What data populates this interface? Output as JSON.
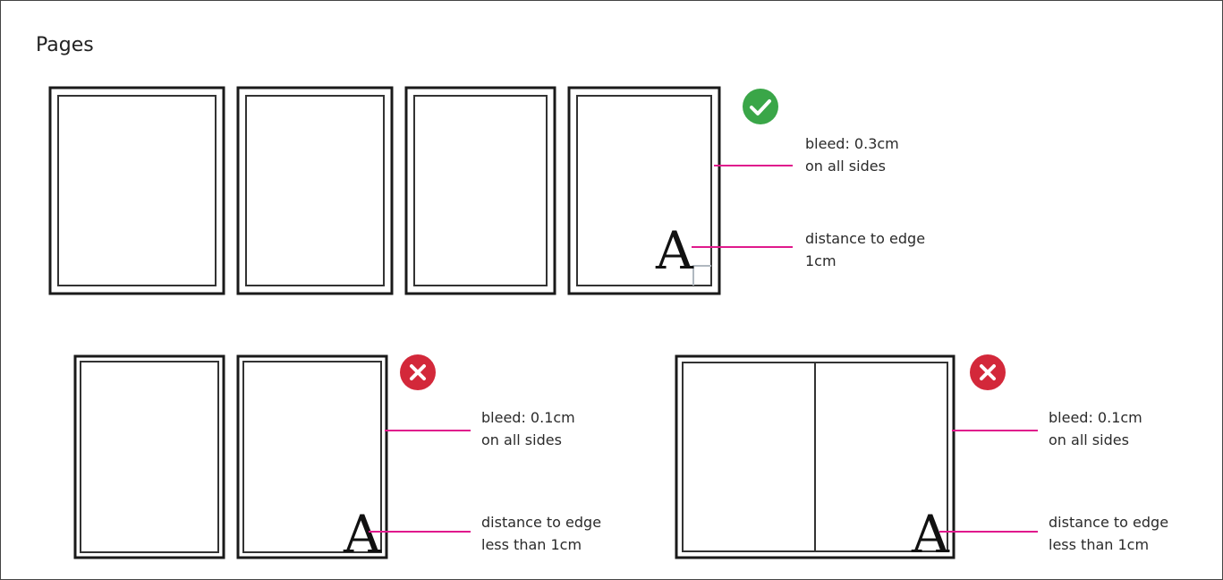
{
  "title": "Pages",
  "colors": {
    "page_outline": "#1a1a1a",
    "leader_line": "#e0198c",
    "ok_badge": "#3aa648",
    "error_badge": "#d3283a",
    "margin_marker": "#b0b8c0"
  },
  "glyph": "A",
  "icons": {
    "ok": "check-icon",
    "error": "x-icon"
  },
  "groups": {
    "correct": {
      "status": "ok",
      "bleed_label": [
        "bleed: 0.3cm",
        "on all sides"
      ],
      "distance_label": [
        "distance to edge",
        "1cm"
      ]
    },
    "wrong_single": {
      "status": "error",
      "bleed_label": [
        "bleed: 0.1cm",
        "on all sides"
      ],
      "distance_label": [
        "distance to edge",
        "less than 1cm"
      ]
    },
    "wrong_spread": {
      "status": "error",
      "bleed_label": [
        "bleed: 0.1cm",
        "on all sides"
      ],
      "distance_label": [
        "distance to edge",
        "less than 1cm"
      ]
    }
  }
}
